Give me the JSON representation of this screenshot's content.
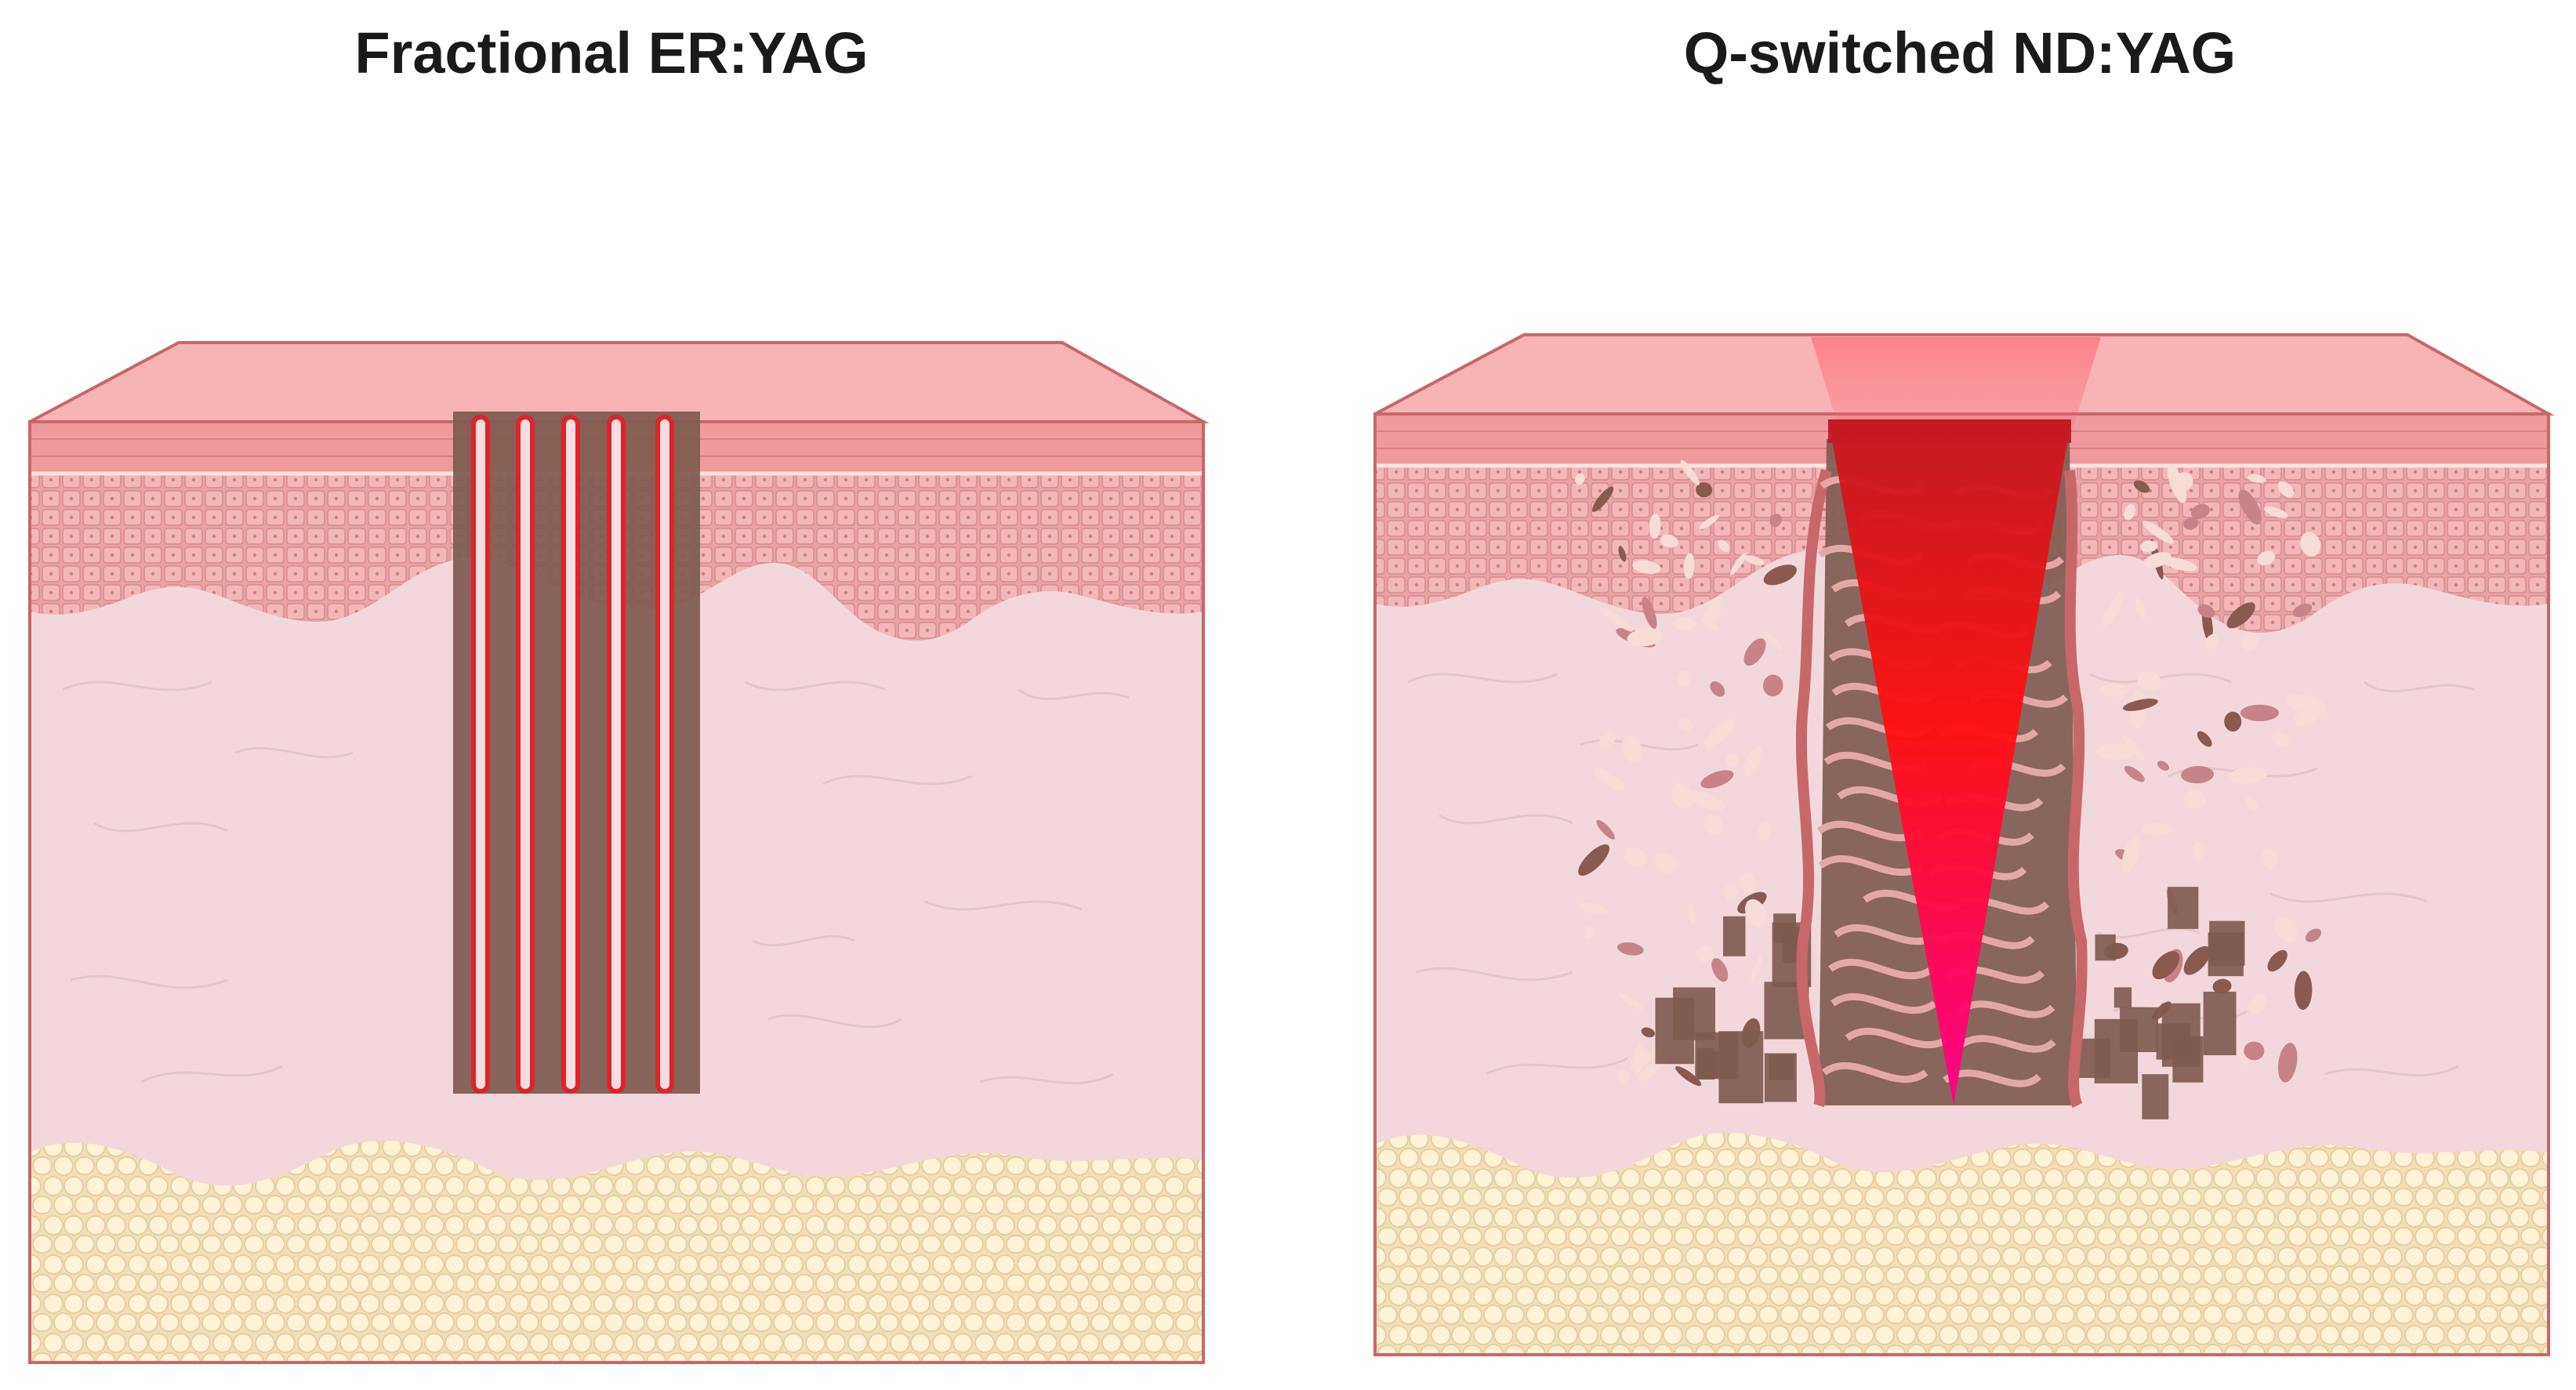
{
  "panels": [
    {
      "title": "Fractional ER:YAG",
      "laser": "fractional"
    },
    {
      "title": "Q-switched ND:YAG",
      "laser": "q-switched"
    }
  ],
  "colors": {
    "outline": "#c8676a",
    "top_face": "#f7b3b5",
    "stratum_corneum": "#ef9a9c",
    "epidermis": "#e9a3a6",
    "epidermis_cell": "#f3b7ba",
    "dermis": "#f2d8dc",
    "dermis_fiber": "#e8c4c9",
    "fat_bg": "#f2dfb8",
    "fat_cell": "#fff3d6",
    "fat_cell_edge": "#e6cf9f",
    "damage_brown": "#7d5a4f",
    "column_red": "#e0232a",
    "beam_top": "#d2181f",
    "beam_mid": "#ff1414",
    "beam_bottom": "#ff007f"
  }
}
